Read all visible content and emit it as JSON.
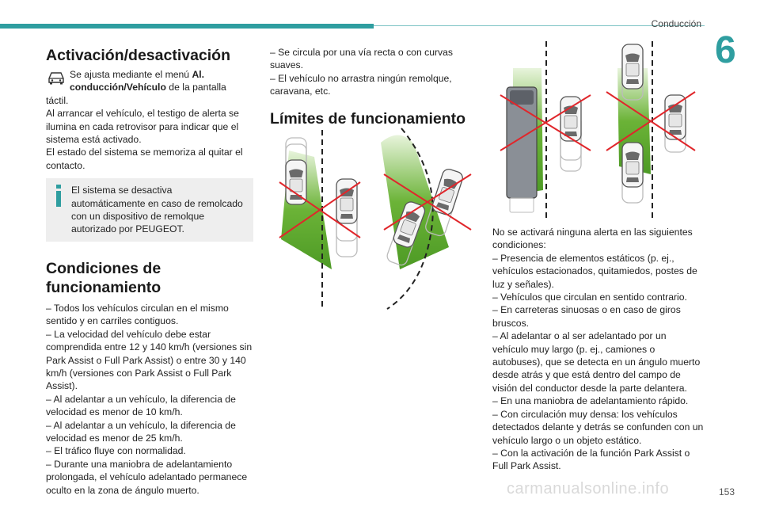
{
  "header": {
    "section": "Conducción",
    "chapter_number": "6"
  },
  "col1": {
    "title": "Activación/desactivación",
    "menu_text_1": "Se ajusta mediante el menú ",
    "menu_bold": "Al. conducción/Vehículo",
    "menu_text_2": " de la pantalla",
    "menu_text_3": "táctil.",
    "para1": "Al arrancar el vehículo, el testigo de alerta se ilumina en cada retrovisor para indicar que el sistema está activado.",
    "para2": "El estado del sistema se memoriza al quitar el contacto.",
    "info": "El sistema se desactiva automáticamente en caso de remolcado con un dispositivo de remolque autorizado por PEUGEOT.",
    "title2": "Condiciones de funcionamiento",
    "conditions": [
      "–  Todos los vehículos circulan en el mismo sentido y en carriles contiguos.",
      "–  La velocidad del vehículo debe estar comprendida entre 12 y 140 km/h (versiones sin Park Assist o Full Park Assist) o entre 30 y 140 km/h (versiones con Park Assist o Full Park Assist).",
      "–  Al adelantar a un vehículo, la diferencia de velocidad es menor de 10 km/h.",
      "–  Al adelantar a un vehículo, la diferencia de velocidad es menor de 25 km/h.",
      "–  El tráfico fluye con normalidad.",
      "–  Durante una maniobra de adelantamiento prolongada, el vehículo adelantado permanece oculto en la zona de ángulo muerto."
    ]
  },
  "col2": {
    "conditions_cont": [
      "–  Se circula por una vía recta o con curvas suaves.",
      "–  El vehículo no arrastra ningún remolque, caravana, etc."
    ],
    "title": "Límites de funcionamiento"
  },
  "col3": {
    "intro": "No se activará ninguna alerta en las siguientes condiciones:",
    "limits": [
      "–  Presencia de elementos estáticos (p. ej., vehículos estacionados, quitamiedos, postes de luz y señales).",
      "–  Vehículos que circulan en sentido contrario.",
      "–  En carreteras sinuosas o en caso de giros bruscos.",
      "–  Al adelantar o al ser adelantado por un vehículo muy largo (p. ej., camiones o autobuses), que se detecta en un ángulo muerto desde atrás y que está dentro del campo de visión del conductor desde la parte delantera.",
      "–  En una maniobra de adelantamiento rápido.",
      "–  Con circulación muy densa: los vehículos detectados delante y detrás se confunden con un vehículo largo o un objeto estático.",
      "–  Con la activación de la función Park Assist o Full Park Assist."
    ]
  },
  "footer": {
    "page_number": "153",
    "watermark": "carmanualsonline.info"
  },
  "colors": {
    "accent": "#2f9ea0",
    "zone_green": "#5aa42a",
    "cross_red": "#e0262b",
    "info_icon": "#2f9ea0"
  },
  "icons": [
    "car-menu-icon",
    "info-icon"
  ]
}
